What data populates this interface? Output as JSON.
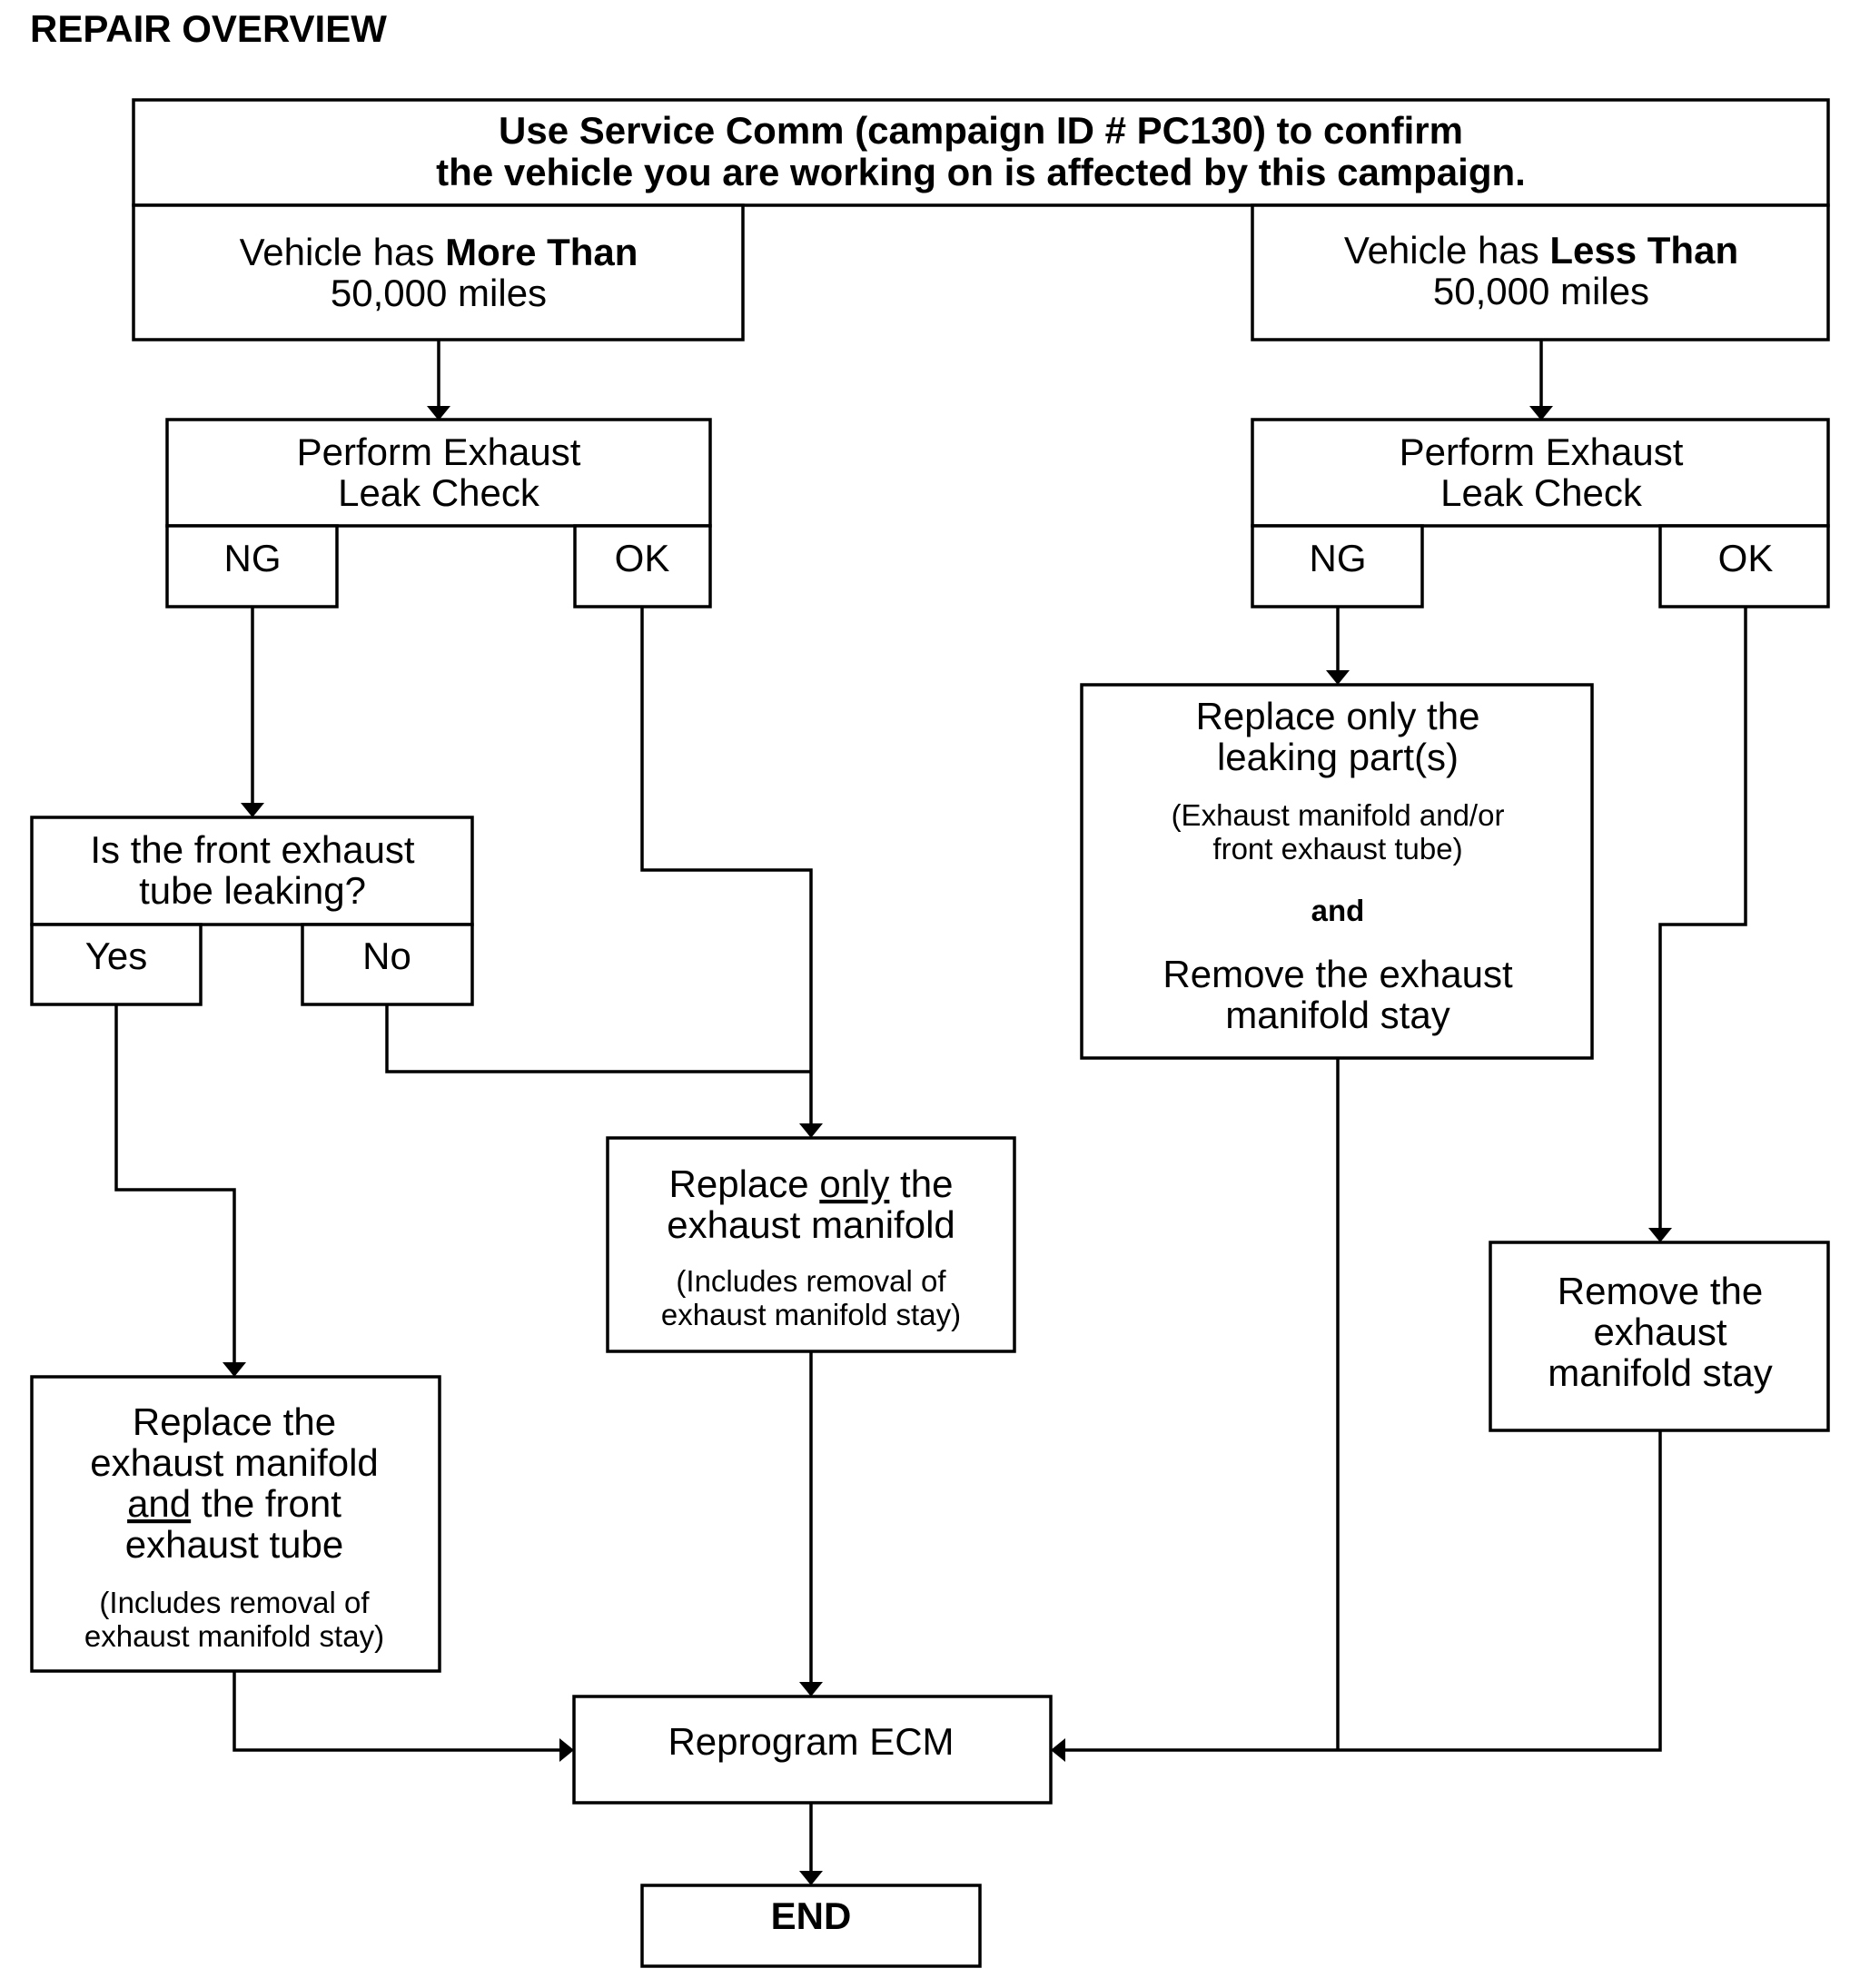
{
  "title": "REPAIR OVERVIEW",
  "top": {
    "line1": "Use Service Comm (campaign ID # PC130) to confirm",
    "line2": "the vehicle you are working on is affected by this campaign."
  },
  "more": {
    "prefix": "Vehicle has ",
    "bold": "More Than",
    "line2": "50,000 miles"
  },
  "less": {
    "prefix": "Vehicle has ",
    "bold": "Less Than",
    "line2": "50,000 miles"
  },
  "leak_check": {
    "line1": "Perform Exhaust",
    "line2": "Leak Check",
    "ng": "NG",
    "ok": "OK"
  },
  "front_tube_q": {
    "line1": "Is the front exhaust",
    "line2": "tube leaking?",
    "yes": "Yes",
    "no": "No"
  },
  "replace_both": {
    "line1": "Replace the",
    "line2": "exhaust manifold",
    "line3_u": "and",
    "line3_rest": " the front",
    "line4": "exhaust tube",
    "note1": "(Includes removal of",
    "note2": "exhaust manifold stay)"
  },
  "replace_manifold": {
    "line1_a": "Replace ",
    "line1_u": "only",
    "line1_b": " the",
    "line2": "exhaust manifold",
    "note1": "(Includes removal of",
    "note2": "exhaust manifold stay)"
  },
  "replace_leaking": {
    "line1": "Replace only the",
    "line2": "leaking part(s)",
    "note1": "(Exhaust manifold and/or",
    "note2": "front exhaust tube)",
    "and": "and",
    "line3": "Remove the exhaust",
    "line4": "manifold stay"
  },
  "remove_stay": {
    "line1": "Remove the",
    "line2": "exhaust",
    "line3": "manifold stay"
  },
  "reprogram": "Reprogram ECM",
  "end": "END"
}
